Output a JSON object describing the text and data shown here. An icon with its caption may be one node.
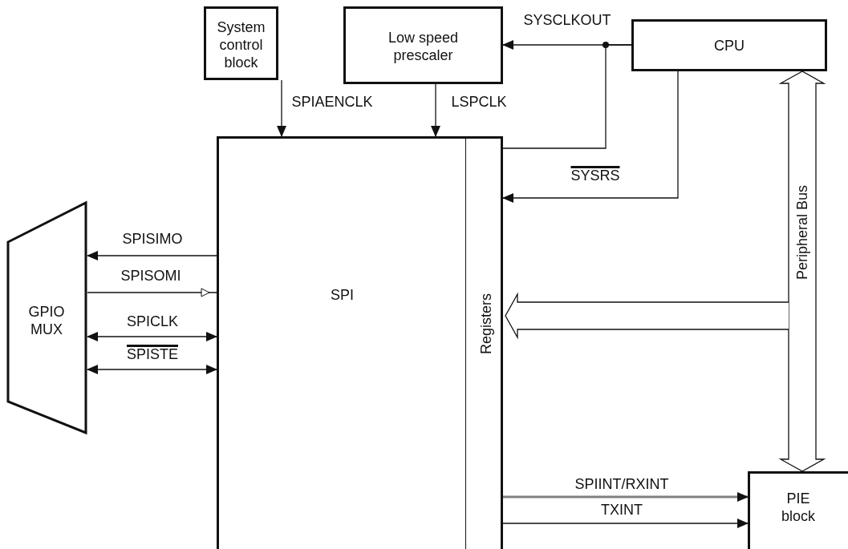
{
  "diagram": {
    "nodes": [
      {
        "text": [
          "System control block"
        ]
      },
      {
        "text": [
          "Low speed prescaler"
        ]
      },
      {
        "text": [
          "CPU"
        ]
      },
      {
        "text": [
          "SPI"
        ]
      },
      {
        "text": [
          "Registers"
        ],
        "in": 3
      },
      {
        "text": [
          "GPIO MUX"
        ]
      },
      {
        "text": [
          "PIE block"
        ]
      }
    ],
    "edges": [
      {
        "from": 0,
        "to": 3,
        "arrow": "to",
        "label": "SPIAENCLK"
      },
      {
        "from": 1,
        "to": 3,
        "arrow": "to",
        "label": "LSPCLK"
      },
      {
        "from": 2,
        "to": 1,
        "arrow": "to",
        "label": "SYSCLKOUT"
      },
      {
        "from": 2,
        "to": 3,
        "arrow": "none"
      },
      {
        "from": 2,
        "to": 3,
        "arrow": "to",
        "label": "SYSRS"
      },
      {
        "from": 3,
        "to": 5,
        "arrow": "to",
        "label": "SPISIMO"
      },
      {
        "from": 5,
        "to": 3,
        "arrow": "to",
        "label": "SPISOMI"
      },
      {
        "from": 5,
        "to": 3,
        "arrow": "both",
        "label": "SPICLK"
      },
      {
        "from": 5,
        "to": 3,
        "arrow": "both",
        "label": "SPISTE"
      },
      {
        "from": 3,
        "to": 6,
        "arrow": "to",
        "label": "SPIINT/RXINT",
        "style": "thick",
        "color": "#808080"
      },
      {
        "from": 3,
        "to": 6,
        "arrow": "to",
        "label": "TXINT"
      },
      {
        "from": 2,
        "to": 6,
        "arrow": "both",
        "label": "Peripheral Bus",
        "style": "thick"
      },
      {
        "from": null,
        "to": 4,
        "arrow": "to",
        "style": "thick"
      }
    ]
  }
}
